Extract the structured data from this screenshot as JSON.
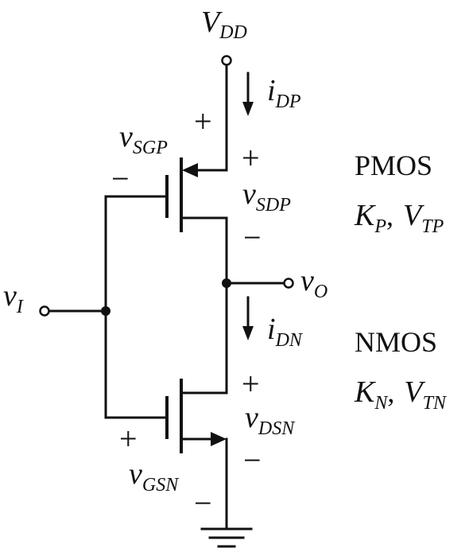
{
  "labels": {
    "vdd": {
      "main": "V",
      "sub": "DD"
    },
    "vi": {
      "main": "v",
      "sub": "I"
    },
    "vo": {
      "main": "v",
      "sub": "O"
    },
    "idp": {
      "main": "i",
      "sub": "DP"
    },
    "idn": {
      "main": "i",
      "sub": "DN"
    },
    "vsgp": {
      "main": "v",
      "sub": "SGP"
    },
    "vsdp": {
      "main": "v",
      "sub": "SDP"
    },
    "vdsn": {
      "main": "v",
      "sub": "DSN"
    },
    "vgsn": {
      "main": "v",
      "sub": "GSN"
    }
  },
  "signs": {
    "plus": "+",
    "minus": "−"
  },
  "devices": {
    "pmos": {
      "name": "PMOS",
      "k": "K",
      "k_sub": "P",
      "sep": ",",
      "v": "V",
      "v_sub": "TP"
    },
    "nmos": {
      "name": "NMOS",
      "k": "K",
      "k_sub": "N",
      "sep": ",",
      "v": "V",
      "v_sub": "TN"
    }
  }
}
